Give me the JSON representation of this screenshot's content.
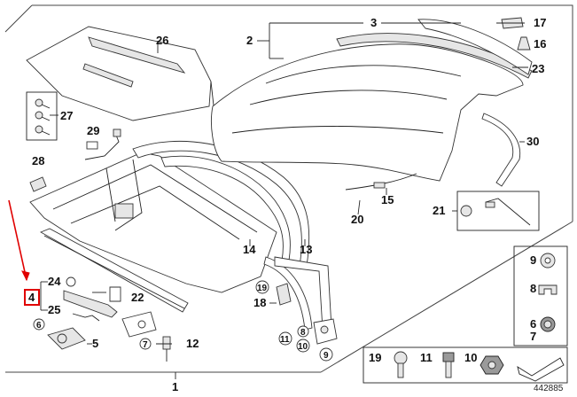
{
  "diagram_id": "442885",
  "highlight_color": "#e00000",
  "selected_part": "4",
  "callouts": {
    "c1": "1",
    "c2": "2",
    "c3": "3",
    "c4": "4",
    "c5": "5",
    "c6": "6",
    "c7": "7",
    "c8": "8",
    "c9": "9",
    "c10": "10",
    "c11": "11",
    "c12": "12",
    "c13": "13",
    "c14": "14",
    "c15": "15",
    "c16": "16",
    "c17": "17",
    "c18": "18",
    "c19": "19",
    "c20": "20",
    "c21": "21",
    "c22": "22",
    "c23": "23",
    "c24": "24",
    "c25": "25",
    "c26": "26",
    "c27": "27",
    "c28": "28",
    "c29": "29",
    "c30": "30"
  },
  "small_circles": {
    "s6": "6",
    "s7": "7",
    "s8": "8",
    "s9": "9",
    "s10": "10",
    "s11": "11",
    "s19": "19"
  },
  "legend": {
    "l9": "9",
    "l8": "8",
    "l6": "6",
    "l7": "7",
    "l19": "19",
    "l11": "11",
    "l10": "10"
  }
}
